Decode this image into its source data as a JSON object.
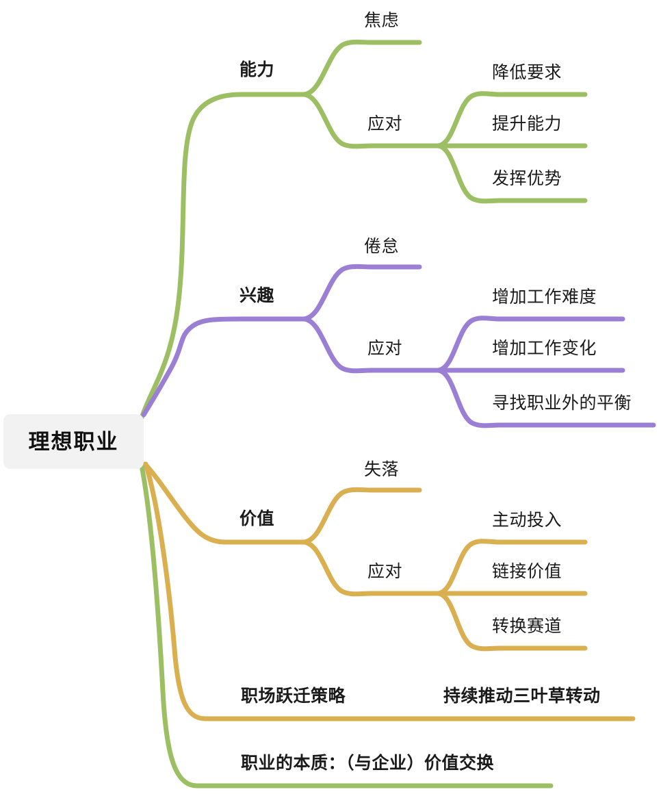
{
  "diagram": {
    "type": "mind-map",
    "title": "理想职业",
    "colors": {
      "green": "#9DBF63",
      "purple": "#9B7FD4",
      "gold": "#D9AF50",
      "root_background": "#F2F2F2",
      "text": "#1A1A1A",
      "page_background": "#FFFFFF"
    }
  },
  "root": {
    "label": "理想职业"
  },
  "branches": {
    "ability": {
      "label": "能力",
      "color": "#9DBF63",
      "children": {
        "problem": {
          "label": "焦虑"
        },
        "response": {
          "label": "应对",
          "leaves": [
            {
              "label": "降低要求"
            },
            {
              "label": "提升能力"
            },
            {
              "label": "发挥优势"
            }
          ]
        }
      }
    },
    "interest": {
      "label": "兴趣",
      "color": "#9B7FD4",
      "children": {
        "problem": {
          "label": "倦怠"
        },
        "response": {
          "label": "应对",
          "leaves": [
            {
              "label": "增加工作难度"
            },
            {
              "label": "增加工作变化"
            },
            {
              "label": "寻找职业外的平衡"
            }
          ]
        }
      }
    },
    "value": {
      "label": "价值",
      "color": "#D9AF50",
      "children": {
        "problem": {
          "label": "失落"
        },
        "response": {
          "label": "应对",
          "leaves": [
            {
              "label": "主动投入"
            },
            {
              "label": "链接价值"
            },
            {
              "label": "转换赛道"
            }
          ]
        }
      }
    },
    "strategy": {
      "label": "职场跃迁策略",
      "color": "#D9AF50",
      "leaf": "持续推动三叶草转动"
    },
    "essence": {
      "label": "职业的本质：（与企业）价值交换",
      "color": "#9DBF63"
    }
  }
}
